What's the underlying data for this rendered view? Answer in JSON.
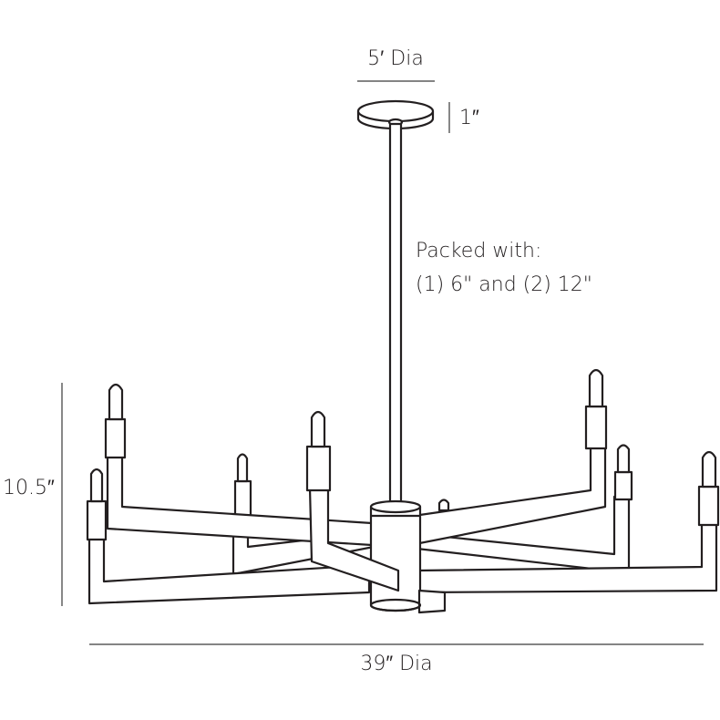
{
  "labels": {
    "canopy_diameter": "5′ Dia",
    "canopy_height": "1″",
    "packed_line1": "Packed with:",
    "packed_line2": "(1) 6\" and (2) 12\"",
    "overall_height": "10.5″",
    "overall_diameter": "39″ Dia"
  },
  "colors": {
    "ink": "#231f20",
    "background": "#ffffff"
  }
}
